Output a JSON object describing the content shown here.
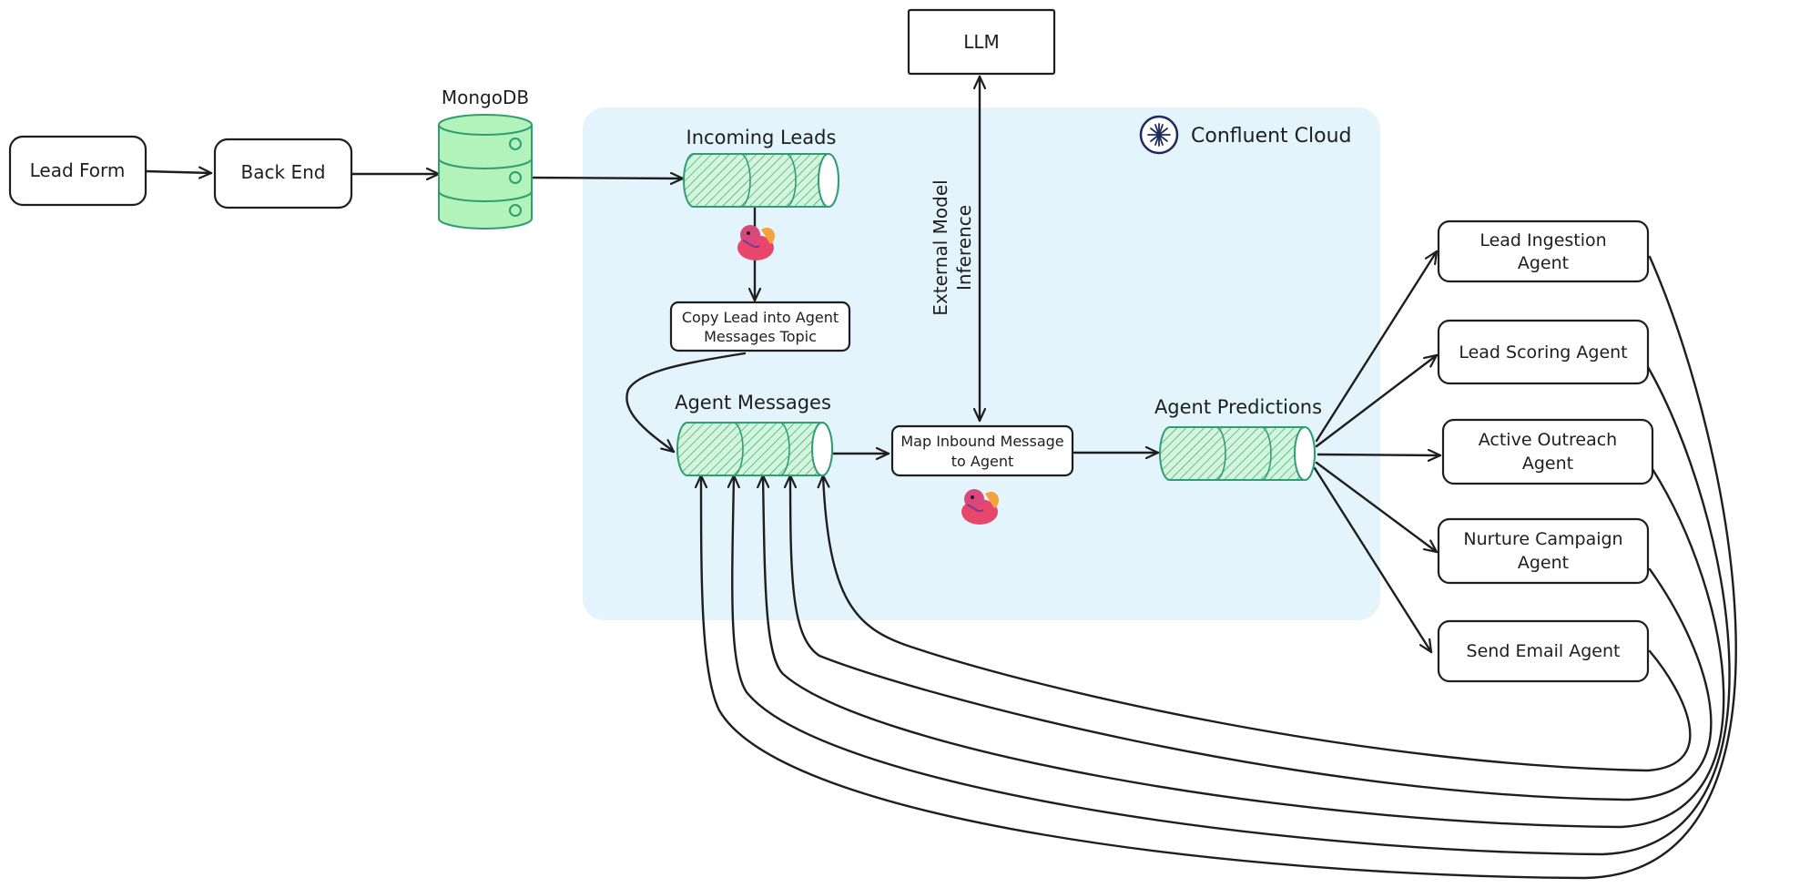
{
  "nodes": {
    "lead_form": "Lead Form",
    "back_end": "Back End",
    "mongodb": "MongoDB",
    "llm": "LLM",
    "confluent_cloud": "Confluent Cloud",
    "incoming_leads": "Incoming Leads",
    "copy_lead_line1": "Copy Lead into Agent",
    "copy_lead_line2": "Messages Topic",
    "agent_messages": "Agent Messages",
    "map_inbound_line1": "Map Inbound Message",
    "map_inbound_line2": "to Agent",
    "agent_predictions": "Agent Predictions",
    "external_inference_line1": "External Model",
    "external_inference_line2": "Inference"
  },
  "agents": [
    {
      "line1": "Lead Ingestion",
      "line2": "Agent"
    },
    {
      "line1": "Lead Scoring Agent",
      "line2": ""
    },
    {
      "line1": "Active Outreach",
      "line2": "Agent"
    },
    {
      "line1": "Nurture Campaign",
      "line2": "Agent"
    },
    {
      "line1": "Send Email Agent",
      "line2": ""
    }
  ],
  "colors": {
    "cloud_region": "#e3f4fc",
    "topic_green": "#2f9e70",
    "topic_fill": "#b2f2bb",
    "stroke": "#1e1e1e",
    "flink_pink": "#e8466b",
    "confluent_navy": "#1f2a5c"
  },
  "icons": {
    "database": "database-icon",
    "flink": "flink-squirrel-icon",
    "confluent": "confluent-logo-icon"
  }
}
